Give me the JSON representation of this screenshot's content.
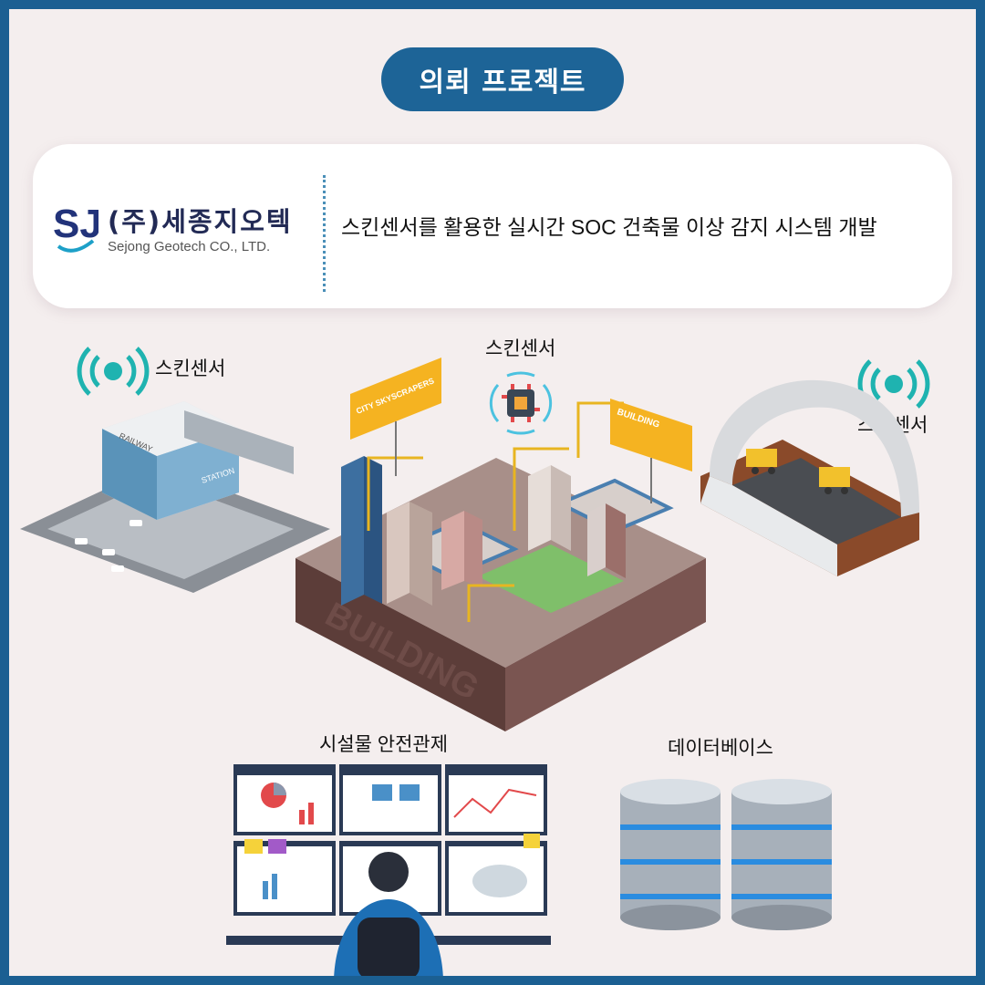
{
  "header": {
    "title": "의뢰 프로젝트"
  },
  "company": {
    "logo_mark": "SJ",
    "name": "(주)세종지오텍",
    "name_en": "Sejong Geotech CO., LTD.",
    "project": "스킨센서를 활용한 실시간 SOC 건축물 이상 감지 시스템 개발"
  },
  "diagram": {
    "sensor_left": "스킨센서",
    "sensor_center": "스킨센서",
    "sensor_right": "스킨센서",
    "monitoring": "시설물 안전관제",
    "database": "데이터베이스",
    "sign_city": "CITY SKYSCRAPERS",
    "sign_building": "BUILDING",
    "plaza_building": "BUILDING",
    "station_railway": "RAILWAY",
    "station_label": "STATION"
  },
  "colors": {
    "frame": "#1b5f92",
    "accent": "#1d6497",
    "background": "#f4eeee",
    "sensor": "#1fb3b0"
  },
  "icons": [
    "wifi-sensor-icon",
    "chip-sensor-icon",
    "database-icon",
    "monitor-icon"
  ]
}
